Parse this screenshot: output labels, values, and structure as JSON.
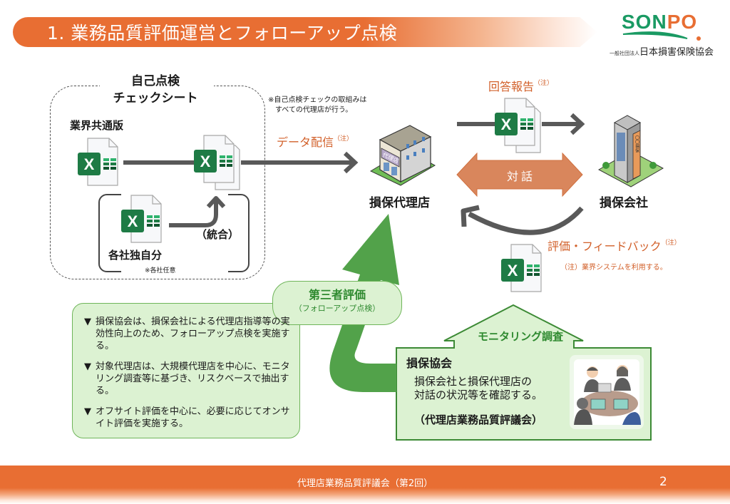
{
  "header": {
    "title": "1. 業務品質評価運営とフォローアップ点検",
    "logo": {
      "brand_left": "SON",
      "brand_right": "PO",
      "org_prefix": "一般社団法人",
      "org_name": "日本損害保険協会"
    }
  },
  "self_check": {
    "title_line1": "自己点検",
    "title_line2": "チェックシート",
    "common_version_label": "業界共通版",
    "company_own_label": "各社独自分",
    "company_optional_note": "※各社任意",
    "integrate_label": "（統合）",
    "note_line1": "※自己点検チェックの取組みは",
    "note_line2": "　すべての代理店が行う。"
  },
  "flow": {
    "data_delivery": "データ配信",
    "answer_report": "回答報告",
    "feedback": "評価・フィードバック",
    "note_marker": "（注）",
    "system_note": "（注）業界システムを利用する。",
    "dialogue": "対話",
    "agency_label": "損保代理店",
    "insurer_label": "損保会社",
    "agency_sign": "代理店",
    "insurer_sign": "〇〇損保"
  },
  "third_party": {
    "title": "第三者評価",
    "subtitle": "（フォローアップ点検）"
  },
  "description": {
    "bullet": "▼",
    "items": [
      "損保協会は、損保会社による代理店指導等の実効性向上のため、フォローアップ点検を実施する。",
      "対象代理店は、大規模代理店を中心に、モニタリング調査等に基づき、リスクベースで抽出する。",
      "オフサイト評価を中心に、必要に応じてオンサイト評価を実施する。"
    ]
  },
  "monitoring": {
    "label": "モニタリング調査",
    "association": "損保協会",
    "desc_line1": "損保会社と損保代理店の",
    "desc_line2": "対話の状況等を確認する。",
    "council": "（代理店業務品質評議会）"
  },
  "footer": {
    "text": "代理店業務品質評議会（第2回）",
    "page": "2"
  },
  "colors": {
    "accent_orange": "#e86e33",
    "label_orange": "#d2602a",
    "green_arrow": "#52a24a",
    "green_text": "#2f8a30",
    "green_fill": "#dcf2d2",
    "excel_green": "#1e7b45",
    "dialogue_fill": "#d9865c",
    "arrow_gray": "#595959"
  }
}
